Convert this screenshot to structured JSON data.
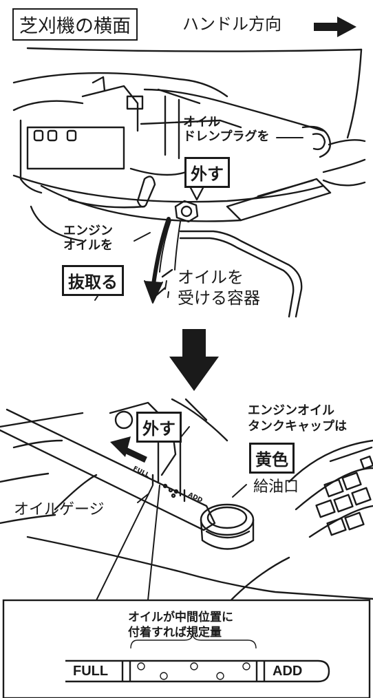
{
  "top": {
    "title": "芝刈機の横面",
    "direction_label": "ハンドル方向",
    "drain_plug_label": [
      "オイル",
      "ドレンプラグを"
    ],
    "remove_label": "外す",
    "engine_oil_label": [
      "エンジン",
      "オイルを"
    ],
    "extract_label": "抜取る",
    "container_label": [
      "オイルを",
      "受ける容器"
    ]
  },
  "bottom": {
    "remove_label": "外す",
    "cap_label": [
      "エンジンオイル",
      "タンクキャップは"
    ],
    "yellow_label": "黄色",
    "filler_label": "給油口",
    "gauge_label": "オイルゲージ",
    "dipstick_full": "FULL",
    "dipstick_add": "ADD"
  },
  "inset": {
    "note": [
      "オイルが中間位置に",
      "付着すれば規定量"
    ],
    "full": "FULL",
    "add": "ADD"
  }
}
